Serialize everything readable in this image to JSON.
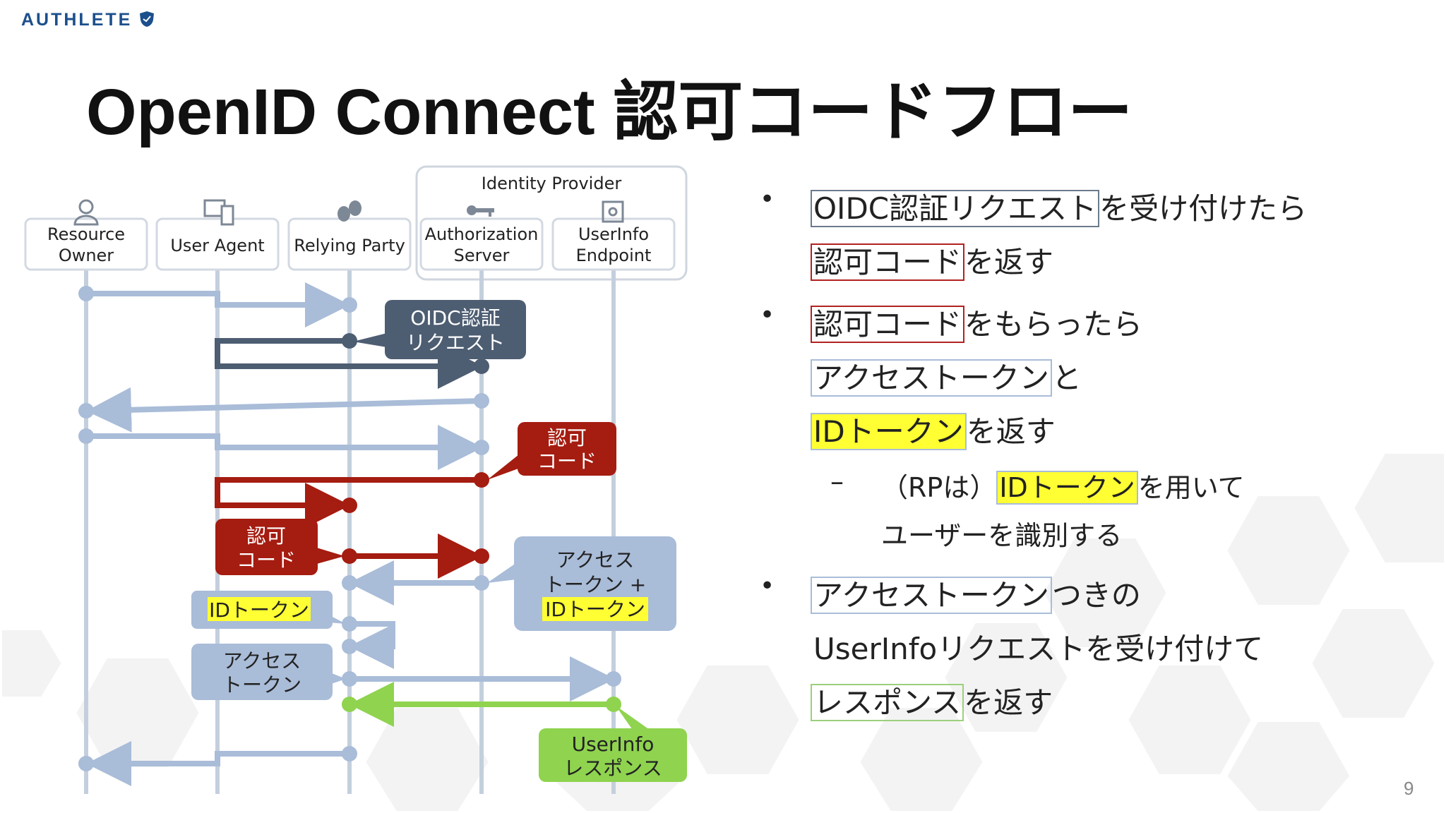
{
  "brand": {
    "logo_text": "AUTHLETE",
    "shield_icon": "shield-icon"
  },
  "title": "OpenID Connect 認可コードフロー",
  "actors": {
    "identity_provider_label": "Identity Provider",
    "resource_owner": [
      "Resource",
      "Owner"
    ],
    "user_agent": "User Agent",
    "relying_party": "Relying Party",
    "authorization_server": [
      "Authorization",
      "Server"
    ],
    "userinfo_endpoint": [
      "UserInfo",
      "Endpoint"
    ]
  },
  "callouts": {
    "oidc_request": [
      "OIDC認証",
      "リクエスト"
    ],
    "auth_code_1": [
      "認可",
      "コード"
    ],
    "auth_code_2": [
      "認可",
      "コード"
    ],
    "tokens": [
      "アクセス",
      "トークン +",
      "IDトークン"
    ],
    "id_token": "IDトークン",
    "access_token": [
      "アクセス",
      "トークン"
    ],
    "userinfo_response": [
      "UserInfo",
      "レスポンス"
    ]
  },
  "bullets": {
    "b1_boxed": "OIDC認証リクエスト",
    "b1_rest": "を受け付けたら",
    "b1_l2_boxed": "認可コード",
    "b1_l2_rest": "を返す",
    "b2_boxed": "認可コード",
    "b2_rest": "をもらったら",
    "b2_l2_boxed": "アクセストークン",
    "b2_l2_rest": "と",
    "b2_l3_boxed": "IDトークン",
    "b2_l3_rest": "を返す",
    "sub_dash": "–",
    "sub_prefix": "（RPは）",
    "sub_boxed": "IDトークン",
    "sub_rest": "を用いて",
    "sub_l2": "ユーザーを識別する",
    "b3_boxed": "アクセストークン",
    "b3_rest": "つきの",
    "b3_l2": "UserInfoリクエストを受け付けて",
    "b3_l3_boxed": "レスポンス",
    "b3_l3_rest": "を返す"
  },
  "page_number": "9",
  "colors": {
    "slate": "#4d5d72",
    "red": "#a51c10",
    "light_blue": "#a9bcd8",
    "green": "#8fd34f",
    "highlight": "#ffff33"
  }
}
